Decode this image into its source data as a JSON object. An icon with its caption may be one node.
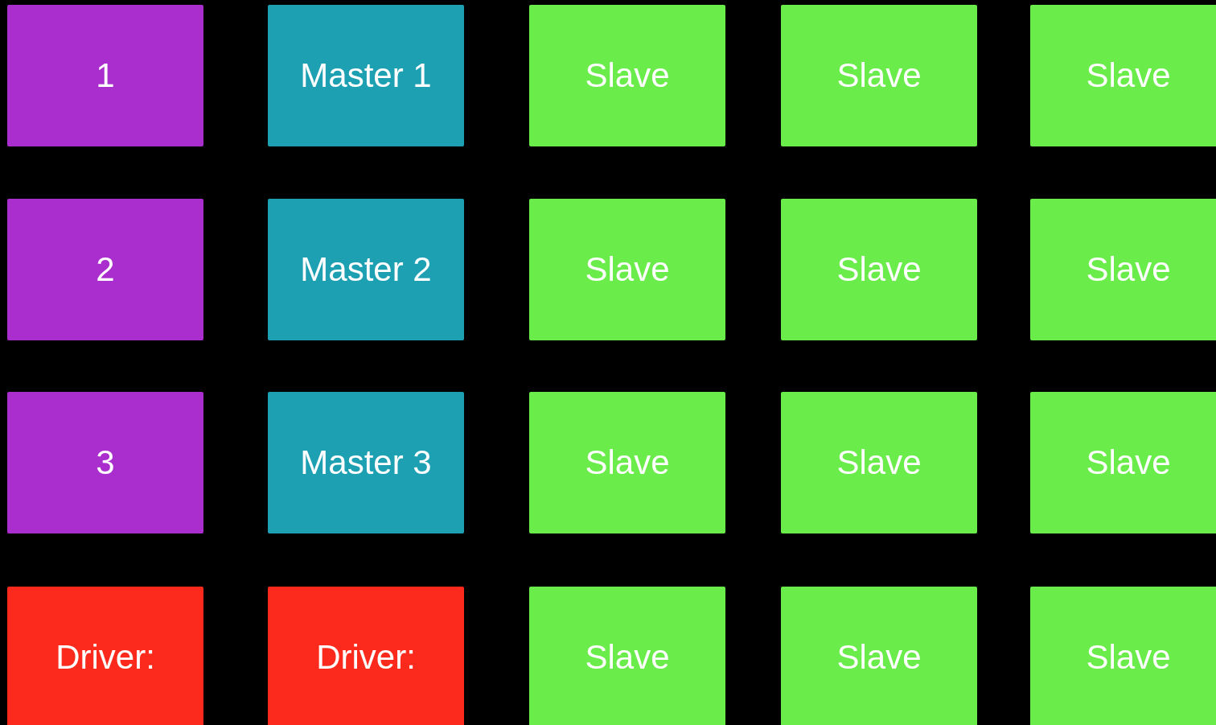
{
  "diagram": {
    "nodes": [
      {
        "text": [
          "1"
        ]
      },
      {
        "text": [
          "Master 1"
        ]
      },
      {
        "text": [
          "Slave"
        ]
      },
      {
        "text": [
          "Slave"
        ]
      },
      {
        "text": [
          "Slave"
        ]
      },
      {
        "text": [
          "2"
        ]
      },
      {
        "text": [
          "Master 2"
        ]
      },
      {
        "text": [
          "Slave"
        ]
      },
      {
        "text": [
          "Slave"
        ]
      },
      {
        "text": [
          "Slave"
        ]
      },
      {
        "text": [
          "3"
        ]
      },
      {
        "text": [
          "Master 3"
        ]
      },
      {
        "text": [
          "Slave"
        ]
      },
      {
        "text": [
          "Slave"
        ]
      },
      {
        "text": [
          "Slave"
        ]
      },
      {
        "text": [
          "Driver:"
        ]
      },
      {
        "text": [
          "Driver:"
        ]
      },
      {
        "text": [
          "Slave"
        ]
      },
      {
        "text": [
          "Slave"
        ]
      },
      {
        "text": [
          "Slave"
        ]
      }
    ]
  }
}
